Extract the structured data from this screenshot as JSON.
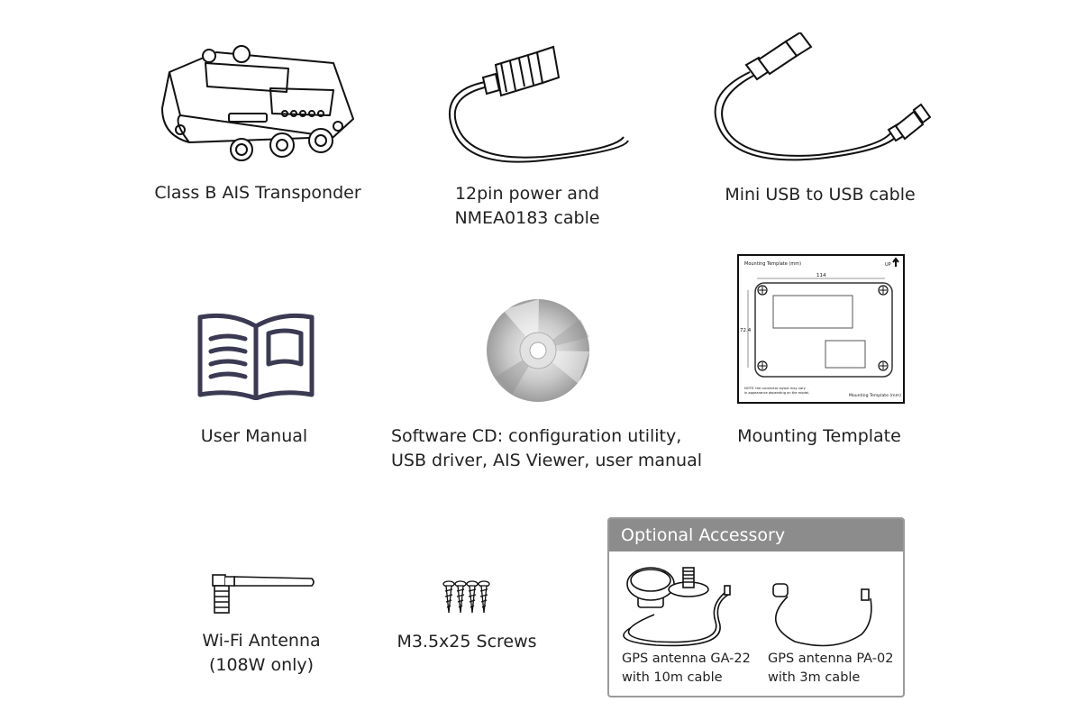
{
  "items": {
    "transponder": {
      "label": "Class B AIS Transponder",
      "icon": "transponder-icon"
    },
    "power_cable": {
      "line1": "12pin power and",
      "line2": "NMEA0183 cable",
      "icon": "power-cable-icon"
    },
    "usb_cable": {
      "label": "Mini USB to USB cable",
      "icon": "usb-cable-icon"
    },
    "manual": {
      "label": "User Manual",
      "icon": "book-icon"
    },
    "cd": {
      "line1": "Software CD: configuration utility,",
      "line2": "USB driver, AIS Viewer, user manual",
      "icon": "cd-icon"
    },
    "template": {
      "label": "Mounting Template",
      "icon": "mounting-template-icon",
      "inner_title": "Mounting Template (mm)",
      "width_dim": "114",
      "height_dim": "72.4",
      "up_label": "UP",
      "note_line1": "NOTE: the connector layout may vary",
      "note_line2": "in appearance depending on the model.",
      "footer_title": "Mounting Template (mm)"
    },
    "wifi": {
      "line1": "Wi-Fi Antenna",
      "line2": "(108W only)",
      "icon": "wifi-antenna-icon"
    },
    "screws": {
      "label": "M3.5x25 Screws",
      "icon": "screws-icon"
    }
  },
  "optional": {
    "title": "Optional Accessory",
    "ga22": {
      "line1": "GPS antenna GA-22",
      "line2": "with 10m cable",
      "icon": "gps-antenna-ga22-icon"
    },
    "pa02": {
      "line1": "GPS antenna PA-02",
      "line2": "with 3m cable",
      "icon": "gps-antenna-pa02-icon"
    }
  },
  "colors": {
    "manual_stroke": "#3b3a52",
    "optional_header": "#8c8c8c",
    "optional_border": "#9a9a9a"
  }
}
